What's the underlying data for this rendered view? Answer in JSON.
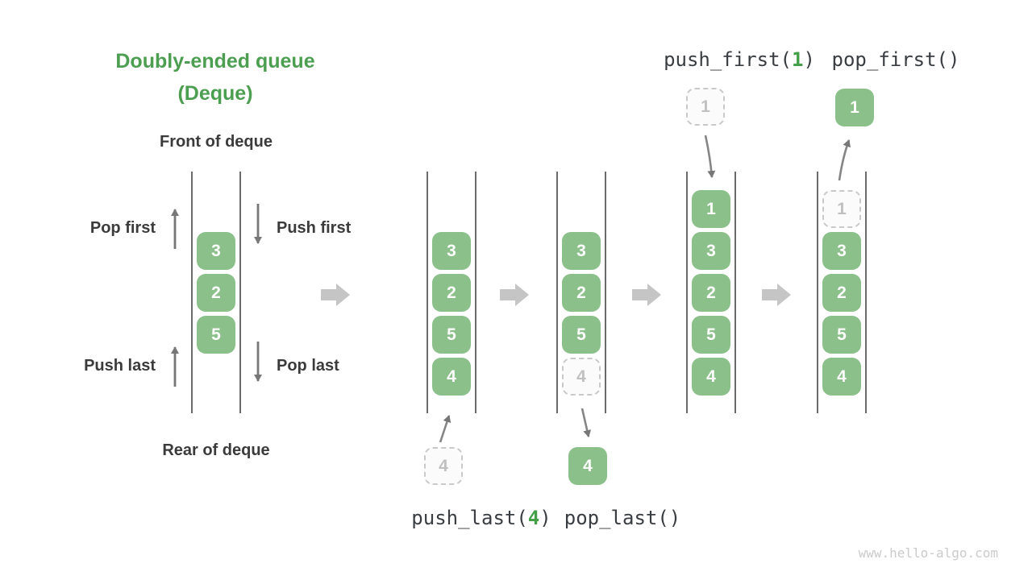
{
  "title": {
    "line1": "Doubly-ended queue",
    "line2": "(Deque)"
  },
  "labels": {
    "front": "Front of deque",
    "rear": "Rear of deque",
    "pop_first": "Pop first",
    "push_first": "Push first",
    "push_last": "Push last",
    "pop_last": "Pop last"
  },
  "operations": {
    "push_first_prefix": "push_first(",
    "push_first_arg": "1",
    "push_first_suffix": ")",
    "pop_first": "pop_first()",
    "push_last_prefix": "push_last(",
    "push_last_arg": "4",
    "push_last_suffix": ")",
    "pop_last": "pop_last()"
  },
  "queues": {
    "initial": [
      "3",
      "2",
      "5"
    ],
    "after_push_last": [
      "3",
      "2",
      "5",
      "4"
    ],
    "push_last_incoming": "4",
    "after_pop_last": [
      "3",
      "2",
      "5"
    ],
    "pop_last_ghost": "4",
    "pop_last_outgoing": "4",
    "after_push_first": [
      "1",
      "3",
      "2",
      "5",
      "4"
    ],
    "push_first_incoming": "1",
    "after_pop_first": [
      "3",
      "2",
      "5",
      "4"
    ],
    "pop_first_ghost": "1",
    "pop_first_outgoing": "1"
  },
  "colors": {
    "title_green": "#4C9E50",
    "cell_green": "#8CC08B",
    "code_arg_green": "#43A047",
    "text_dark": "#3B3B3B",
    "code_text": "#393D42",
    "thin_arrow": "#777777",
    "block_arrow": "#C5C5C5",
    "dashed_border": "#C9C9C9",
    "dashed_text": "#C0C0C0",
    "queue_wall": "#6A6A6A",
    "watermark_gray": "#CBCBCB"
  },
  "watermark": "www.hello-algo.com"
}
